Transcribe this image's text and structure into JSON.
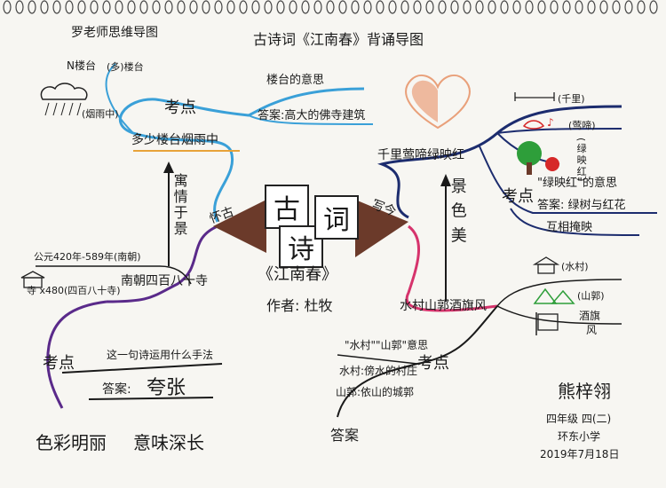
{
  "header": {
    "author_title": "罗老师思维导图",
    "main_title": "古诗词《江南春》背诵导图"
  },
  "center": {
    "char1": "古",
    "char2": "诗",
    "char3": "词",
    "poem_title": "《江南春》",
    "author": "作者: 杜牧"
  },
  "left": {
    "mode_label": "怀古",
    "mode_vertical": "寓情于景",
    "kaodian_top": "考点",
    "line1": "多少楼台烟雨中",
    "line1_sub1": "楼台的意思",
    "line1_sub2": "答案:高大的佛寺建筑",
    "sketch_label1": "N楼台",
    "sketch_label2": "(多)楼台",
    "sketch_label3": "(烟雨中)",
    "line2": "南朝四百八十寺",
    "year_note": "公元420年-589年(南朝)",
    "temple_note": "寺 x480(四百八十寺)",
    "kaodian_bottom": "考点",
    "bottom_q": "这一句诗运用什么手法",
    "bottom_answer_label": "答案:",
    "bottom_answer": "夸张"
  },
  "right": {
    "mode_label": "写今",
    "mode_vertical": "景 色 美",
    "line1": "千里莺啼绿映红",
    "sketch_qianli": "(千里)",
    "sketch_yingti": "(莺啼)",
    "sketch_lvying": "(绿映红)",
    "kaodian": "考点",
    "k_q": "\"绿映红\"的意思",
    "k_a": "答案: 绿树与红花",
    "k_a2": "互相掩映",
    "line2": "水村山郭酒旗风",
    "sketch_shuicun": "(水村)",
    "sketch_shanguo": "(山郭)",
    "sketch_jiuqi": "酒旗",
    "sketch_jiufeng": "风",
    "kaodian2": "考点",
    "k2_q": "\"水村\"\"山郭\"意思",
    "k2_a1": "水村:傍水的村庄",
    "k2_a2": "山郭:依山的城郭",
    "answer_label": "答案"
  },
  "footer": {
    "phrase1": "色彩明丽",
    "phrase2": "意味深长",
    "signer_name": "熊梓翎",
    "grade": "四年级 四(二)",
    "school": "环东小学",
    "date": "2019年7月18日"
  },
  "colors": {
    "blue_branch": "#3aa0d8",
    "orange_branch": "#e8a33a",
    "purple_branch": "#5a2a8a",
    "navy_branch": "#1c2c6e",
    "pink_branch": "#d6336c",
    "heart": "#e9a07a",
    "wedge": "#6b3a2a",
    "tree_green": "#2e9e3a",
    "flower_red": "#d62828"
  }
}
